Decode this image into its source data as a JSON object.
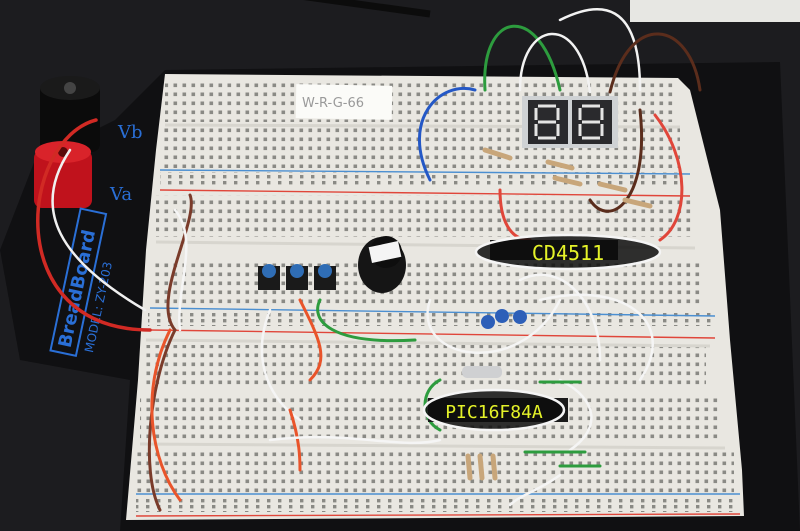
{
  "photo": {
    "subject": "breadboard circuit",
    "labels": {
      "board_brand": "BreadBoard",
      "board_model": "MODEL: ZY-203",
      "terminal_a": "Va",
      "terminal_b": "Vb",
      "paper_note": "W-R-G-66",
      "decoder_chip": "CD4511",
      "mcu_chip": "PIC16F84A"
    },
    "colors": {
      "board": "#eceae4",
      "rail_red": "#e0463a",
      "rail_blue": "#4b8fd1",
      "base": "#141416",
      "chip": "#1a1a1a",
      "callout_text": "#e4f229"
    }
  }
}
